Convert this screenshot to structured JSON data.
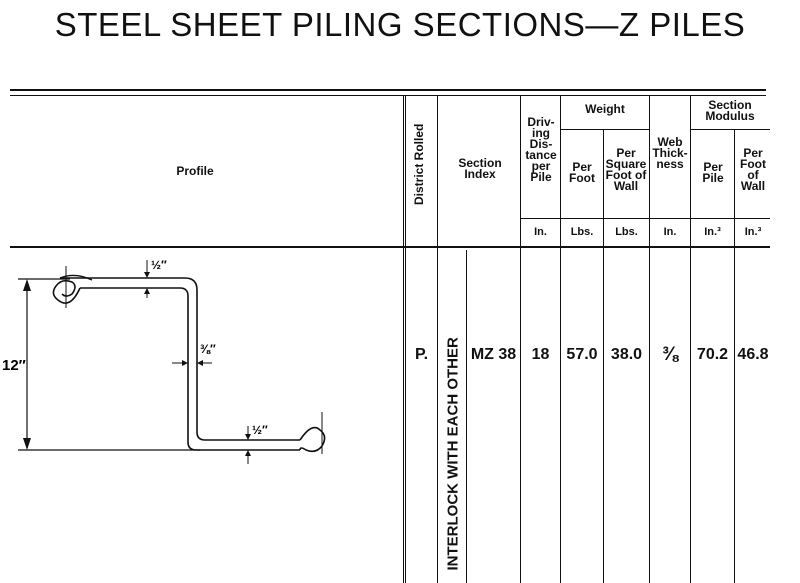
{
  "title": "STEEL SHEET PILING SECTIONS—Z PILES",
  "headers": {
    "profile": "Profile",
    "district": "District Rolled",
    "section_index": "Section Index",
    "driving": "Driv- ing Dis- tance per Pile",
    "weight": "Weight",
    "per_foot": "Per Foot",
    "per_sq_foot": "Per Square Foot of Wall",
    "web": "Web Thick- ness",
    "section_modulus": "Section Modulus",
    "per_pile": "Per Pile",
    "per_foot_wall": "Per Foot of Wall"
  },
  "units": {
    "driving": "In.",
    "per_foot": "Lbs.",
    "per_sq_foot": "Lbs.",
    "web": "In.",
    "per_pile": "In.³",
    "per_foot_wall": "In.³"
  },
  "row": {
    "district": "P.",
    "interlock_note": "INTERLOCK WITH EACH OTHER",
    "section": "MZ 38",
    "driving": "18",
    "per_foot": "57.0",
    "per_sq_foot": "38.0",
    "web": "⅜",
    "per_pile": "70.2",
    "per_foot_wall": "46.8"
  },
  "profile_dims": {
    "height": "12″",
    "top_flange": "½″",
    "web": "⅜″",
    "bottom_flange": "½″"
  }
}
